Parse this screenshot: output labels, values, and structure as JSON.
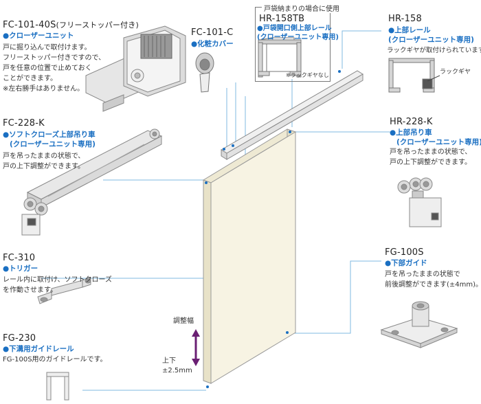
{
  "parts": {
    "fc101_40s": {
      "code": "FC-101-40S",
      "suffix": "(フリーストッパー付き)",
      "name": "●クローザーユニット",
      "desc": [
        "戸に掘り込んで取付けます。",
        "フリーストッパー付きですので、",
        "戸を任意の位置で止めておく",
        "ことができます。",
        "※左右勝手はありません。"
      ]
    },
    "fc101_c": {
      "code": "FC-101-C",
      "name": "●化粧カバー"
    },
    "hr158tb": {
      "header": "戸袋納まりの場合に使用",
      "code": "HR-158TB",
      "name": [
        "●戸袋開口側上部レール",
        "(クローザーユニット専用)"
      ],
      "note": "※ラックギヤなし"
    },
    "hr158": {
      "code": "HR-158",
      "name": [
        "●上部レール",
        "(クローザーユニット専用)"
      ],
      "desc": "ラックギヤが取付けられています",
      "label": "ラックギヤ"
    },
    "fc228k": {
      "code": "FC-228-K",
      "name": [
        "●ソフトクローズ上部吊り車",
        "(クローザーユニット専用)"
      ],
      "desc": [
        "戸を吊ったままの状態で、",
        "戸の上下調整ができます。"
      ]
    },
    "hr228k": {
      "code": "HR-228-K",
      "name": [
        "●上部吊り車",
        "(クローザーユニット専用)"
      ],
      "desc": [
        "戸を吊ったままの状態で、",
        "戸の上下調整ができます。"
      ]
    },
    "fc310": {
      "code": "FC-310",
      "name": "●トリガー",
      "desc": [
        "レール内に取付け、ソフトクローズ",
        "を作動させます。"
      ]
    },
    "fg100s": {
      "code": "FG-100S",
      "name": "●下部ガイド",
      "desc": [
        "戸を吊ったままの状態で",
        "前後調整ができます(±4mm)。"
      ]
    },
    "fg230": {
      "code": "FG-230",
      "name": "●下溝用ガイドレール",
      "desc": "FG-100S用のガイドレールです。"
    }
  },
  "adjust": {
    "title": "調整幅",
    "label1": "上下",
    "label2": "±2.5mm"
  },
  "colors": {
    "accent": "#1a6fc2",
    "door": "#f7f3e3",
    "arrow": "#6a1f73",
    "leader": "#7fb8e0"
  }
}
